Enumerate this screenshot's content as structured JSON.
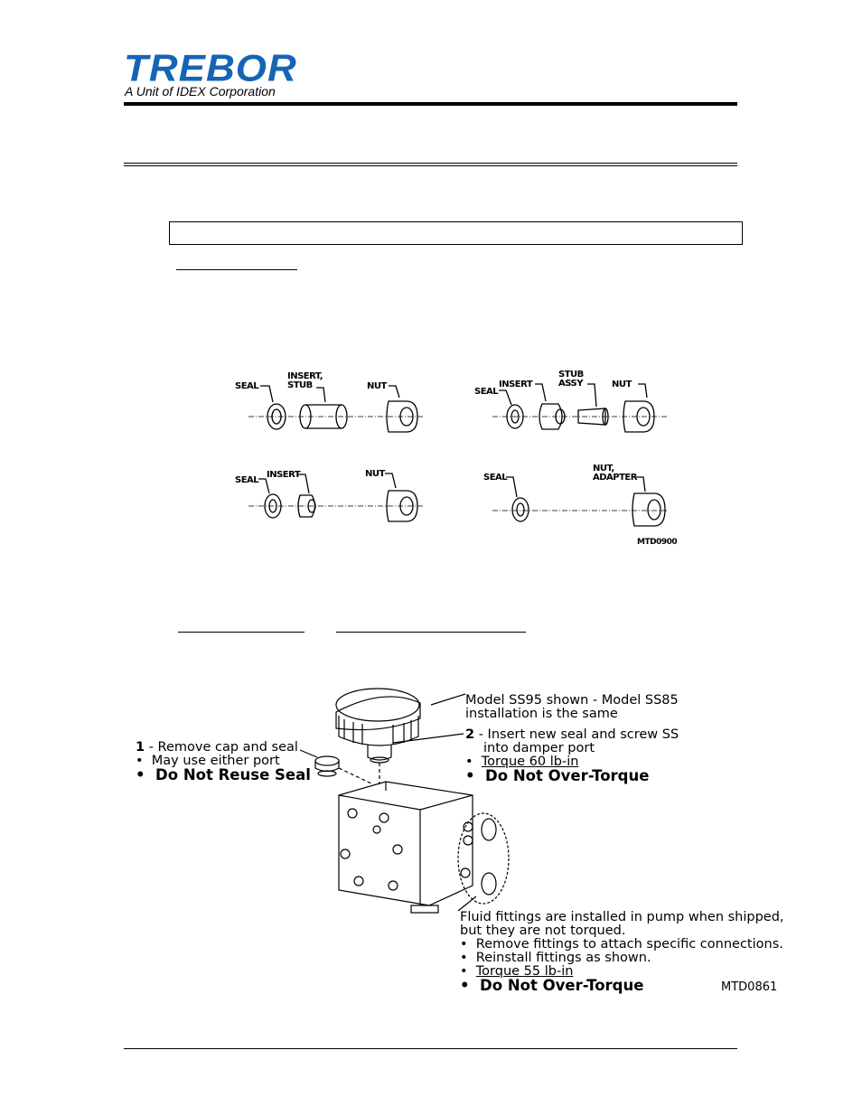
{
  "header": {
    "brand": "TREBOR",
    "tagline": "A Unit of IDEX Corporation"
  },
  "figure1": {
    "labels": {
      "tl_seal": "SEAL",
      "tl_insert_stub_1": "INSERT,",
      "tl_insert_stub_2": "STUB",
      "tl_nut": "NUT",
      "tr_seal": "SEAL",
      "tr_insert": "INSERT",
      "tr_stub_assy_1": "STUB",
      "tr_stub_assy_2": "ASSY",
      "tr_nut": "NUT",
      "bl_seal": "SEAL",
      "bl_insert": "INSERT",
      "bl_nut": "NUT",
      "br_seal": "SEAL",
      "br_nut_adapter_1": "NUT,",
      "br_nut_adapter_2": "ADAPTER",
      "code": "MTD0900"
    }
  },
  "figure2": {
    "model_note_1": "Model SS95 shown - Model SS85",
    "model_note_2": "installation is the same",
    "step1_num": "1",
    "step1_text": " - Remove cap and seal",
    "step1_bullet1": "May use either port",
    "step1_bullet2": "Do Not Reuse Seal",
    "step2_num": "2",
    "step2_text": " - Insert new seal and screw SS",
    "step2_text2": "into damper port",
    "step2_bullet1": "Torque 60 lb-in",
    "step2_bullet2": "Do Not Over-Torque",
    "fluid_note_1": "Fluid fittings are installed in pump when shipped,",
    "fluid_note_2": "but they are not torqued.",
    "fluid_bullet1": "Remove fittings to attach specific connections.",
    "fluid_bullet2": "Reinstall fittings as shown.",
    "fluid_bullet3": "Torque 55 lb-in",
    "fluid_bullet4": "Do Not Over-Torque",
    "code": "MTD0861"
  }
}
